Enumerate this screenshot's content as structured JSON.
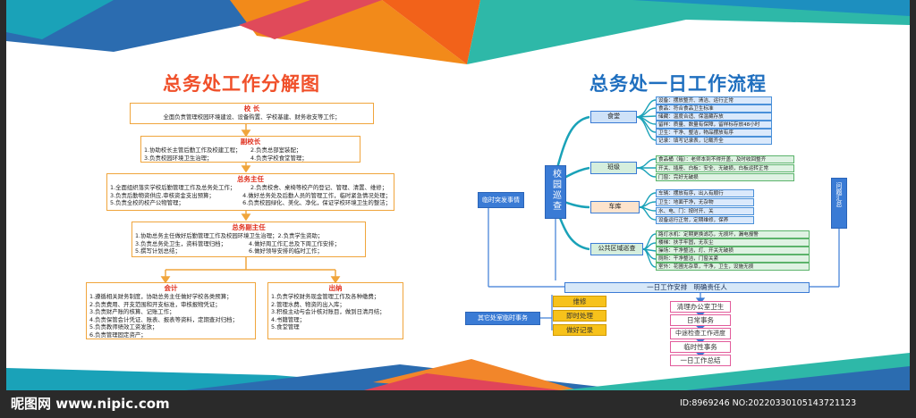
{
  "left": {
    "title": "总务处工作分解图",
    "principal": {
      "head": "校 长",
      "line": "全面负责管理校园环境建设、设备购置、学校基建、财务收支等工作；"
    },
    "vice_principal": {
      "head": "副校长",
      "items": [
        "1.协助校长主管后勤工作及校建工程；",
        "2.负责总部室装配；",
        "3.负责校园环境卫生治理；",
        "4.负责学校食堂管理；"
      ]
    },
    "director": {
      "head": "总务主任",
      "items": [
        "1.全面组织落实学校后勤管理工作及总务处工作；",
        "2.负责校舍、桌椅等校产的登记、管理、清置、维修；",
        "3.负责后勤物资供应,审核资金支出预算；",
        "4.做好总务处及后勤人员的管理工作，临时紧急情况处理；",
        "5.负责全校的校产公物管理；",
        "6.负责校园绿化、美化、净化，保证学校环境卫生的整洁；"
      ]
    },
    "deputy_director": {
      "head": "总务副主任",
      "items": [
        "1.协助总务主任做好后勤管理工作及校园环境卫生治理；",
        "2.负责学生资助；",
        "3.负责总务处卫生，资料管理归档；",
        "4.做好周工作汇总及下周工作安排；",
        "5.撰写计划总结；",
        "6.做好领导安排的临时工作；"
      ]
    },
    "accountant": {
      "head": "会计",
      "items": [
        "1.遵循相关财务制度，协助总务主任做好学校各类预算；",
        "2.负责费用、开支范围和开支标准，审核报物凭证；",
        "3.负责财产账的核算、记账工作；",
        "4.负责保管会计凭证、账表、报表等资料，定期查对归档；",
        "5.负责教师绩效工资发放；",
        "6.负责管理固定资产；"
      ]
    },
    "cashier": {
      "head": "出纳",
      "items": [
        "1.负责学校财务现金管理工作及各种缴费；",
        "2.管理水费、物资的出入库；",
        "3.积极主动与会计核对账目，做到日清月结；",
        "4.书籍管理；",
        "5.食堂管理"
      ]
    }
  },
  "right": {
    "title": "总务处一日工作流程",
    "hub": "校园巡查",
    "sides": {
      "emergency": "临时突发事情",
      "summary": "问题汇总",
      "other": "其它处室临时事务"
    },
    "categories": [
      {
        "name": "食堂",
        "items": [
          "设备：摆放整齐、清洁、运行正常",
          "食品：符合食品卫生标准",
          "储藏：温度合适、保温藏存放",
          "留样：质量、数量有保障，留样标存放48小时",
          "卫生：干净、整洁，物品摆放有序",
          "记录：填写记录表，记载齐全"
        ]
      },
      {
        "name": "班级",
        "items": [
          "食品桶（箱）：老师本到不得开盖，及时收回整齐",
          "开关、插座、白板：安全、无破损，白板运转正常",
          "门窗：完好无破损"
        ]
      },
      {
        "name": "车库",
        "items": [
          "车辆：摆放有序，出入有顺行",
          "卫生：地面干净，无杂物",
          "水、电、门：按时开、关",
          "设备运行正常，定期维修，保养"
        ]
      },
      {
        "name": "公共区域巡查",
        "items": [
          "路灯水机：定期更换滤芯，无损坏，漏电报警",
          "楼梯：扶手牢固，无灰尘",
          "操场：干净整洁，灯、开关无破损",
          "厕所：干净整洁，门窗关紧",
          "室外：花圃无杂草，干净，卫生，设施无损"
        ]
      }
    ],
    "arrange": "一日工作安排   明确责任人",
    "left_steps": [
      "维修",
      "即时处理",
      "做好记录"
    ],
    "right_steps": [
      "清理办公室卫生",
      "日常事务",
      "中途检查工作进度",
      "临时性事务",
      "一日工作总结"
    ]
  },
  "footer": {
    "watermark": "昵图网 www.nipic.com",
    "id": "ID:8969246 NO:20220330105143721123"
  }
}
